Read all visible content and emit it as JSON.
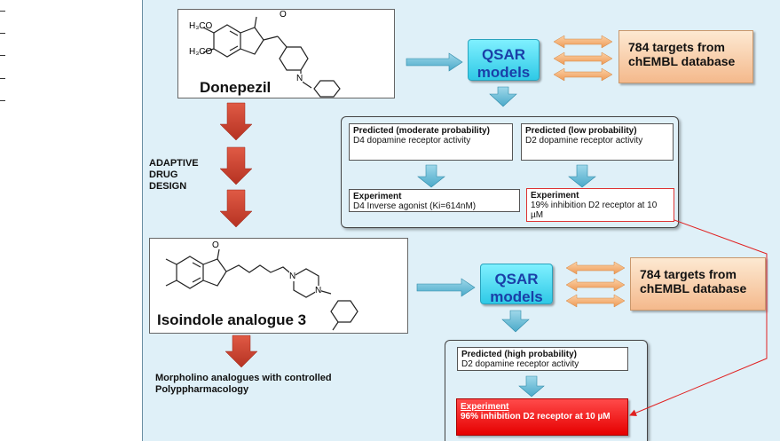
{
  "molecule1": {
    "name": "Donepezil",
    "atoms": {
      "h3co_1": "H₃CO",
      "h3co_2": "H₃CO",
      "o": "O",
      "n": "N"
    }
  },
  "molecule2": {
    "name": "Isoindole analogue 3",
    "atoms": {
      "o": "O",
      "n1": "N",
      "n2": "N"
    }
  },
  "qsar1": {
    "line1": "QSAR",
    "line2": "models"
  },
  "qsar2": {
    "line1": "QSAR",
    "line2": "models"
  },
  "targets1": {
    "line1": "784 targets from",
    "line2": "chEMBL database"
  },
  "targets2": {
    "line1": "784 targets from",
    "line2": "chEMBL database"
  },
  "group1": {
    "pred_moderate": {
      "title": "Predicted (moderate probability)",
      "text": "D4 dopamine receptor activity"
    },
    "pred_low": {
      "title": "Predicted (low probability)",
      "text": "D2 dopamine receptor activity"
    },
    "exp_d4": {
      "title": "Experiment",
      "text": "D4 Inverse agonist (Ki=614nM)"
    },
    "exp_d2": {
      "title": "Experiment",
      "text": "19% inhibition D2 receptor at 10 µM"
    }
  },
  "group2": {
    "pred_high": {
      "title": "Predicted (high probability)",
      "text": "D2 dopamine receptor activity"
    },
    "exp_d2": {
      "title": "Experiment",
      "text": "96% inhibition D2 receptor at 10 µM"
    }
  },
  "side": {
    "adaptive_line1": "ADAPTIVE",
    "adaptive_line2": "DRUG",
    "adaptive_line3": "DESIGN",
    "morpholino_line1": "Morpholino analogues with controlled",
    "morpholino_line2": "Polyppharmacology"
  },
  "colors": {
    "panel": "#dff0f8",
    "qsar_text": "#1a3fa8",
    "red_arrow": "#c83a2a",
    "connector": "#e02020",
    "experiment_red": "#e60000",
    "orange_arrow": "#f0a060"
  }
}
